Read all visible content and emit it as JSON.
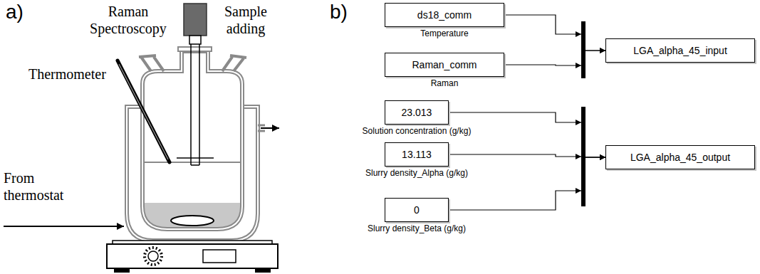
{
  "diagram": {
    "nodes": [
      {
        "text": [
          "ds18_comm",
          "Temperature"
        ]
      },
      {
        "text": [
          "Raman_comm",
          "Raman"
        ]
      },
      {
        "text": [
          "LGA_alpha_45_input"
        ]
      },
      {
        "text": [
          "23.013",
          "Solution concentration (g/kg)"
        ]
      },
      {
        "text": [
          "13.113",
          "Slurry density_Alpha (g/kg)"
        ]
      },
      {
        "text": [
          "0",
          "Slurry density_Beta (g/kg)"
        ]
      },
      {
        "text": [
          "LGA_alpha_45_output"
        ]
      }
    ],
    "edges": [
      {
        "from": 0,
        "to": 2,
        "arrow": "to"
      },
      {
        "from": 1,
        "to": 2,
        "arrow": "to"
      },
      {
        "from": 3,
        "to": 6,
        "arrow": "to"
      },
      {
        "from": 4,
        "to": 6,
        "arrow": "to"
      },
      {
        "from": 5,
        "to": 6,
        "arrow": "to"
      }
    ],
    "labels": [
      "a)",
      "Raman Spectroscopy",
      "Thermometer",
      "Sample adding",
      "From thermostat",
      "b)"
    ]
  }
}
